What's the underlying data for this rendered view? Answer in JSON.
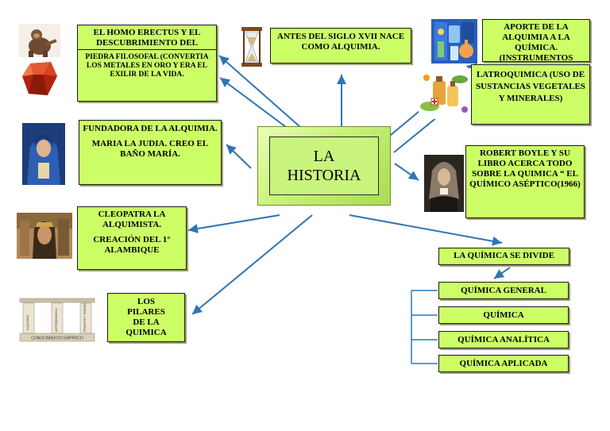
{
  "center": {
    "line1": "LA",
    "line2": "HISTORIA"
  },
  "nodes": {
    "homo_erectus": "EL HOMO ERECTUS Y EL DESCUBRIMIENTO DEL FUEGO",
    "piedra_filosofal": "PIEDRA FILOSOFAL (CONVERTIA LOS METALES EN ORO Y ERA EL EXILIR DE LA VIDA.",
    "siglo_xvii": "ANTES DEL SIGLO XVII NACE COMO ALQUIMIA.",
    "aporte_alquimia": "APORTE DE LA ALQUIMIA A LA QUÍMICA. (INSTRUMENTOS",
    "latroquimica": "LATROQUIMICA (USO DE SUSTANCIAS VEGETALES Y MINERALES)",
    "fundadora_l1": "FUNDADORA DE LA ALQUIMIA.",
    "fundadora_l2": "MARIA LA JUDIA. CREO EL BAÑO MARÍA.",
    "robert_boyle": "ROBERT BOYLE Y SU LIBRO ACERCA TODO SOBRE LA QUIMICA “ EL QUÍMICO ASÉPTICO(1966)",
    "cleopatra_l1": "CLEOPATRA LA ALQUIMISTA.",
    "cleopatra_l2": "CREACIÓN DEL 1° ALAMBIQUE",
    "pilares": "LOS PILARES DE LA QUIMICA",
    "se_divide": "LA QUÍMICA SE DIVIDE"
  },
  "divisions": [
    "QUÍMICA GENERAL",
    "QUÍMICA",
    "QUÍMICA ANALÍTICA",
    "QUÍMICA APLICADA"
  ],
  "pillars": {
    "labels": [
      "ALQUIMIA",
      "IATROQUÍMICA",
      "PRINCIPIO Y TEORÍAS"
    ],
    "base": "CONOCIMIENTO EMPÍRICO"
  },
  "icons": [
    "primate-image",
    "red-crystal-image",
    "hourglass-image",
    "lab-equipment-image",
    "herbal-bottles-image",
    "mary-jewess-portrait",
    "robert-boyle-portrait",
    "cleopatra-portrait",
    "three-pillars-image"
  ],
  "colors": {
    "box_fill": "#ccff66",
    "arrow": "#2e75b6",
    "center_fill": "#c9f47e"
  }
}
